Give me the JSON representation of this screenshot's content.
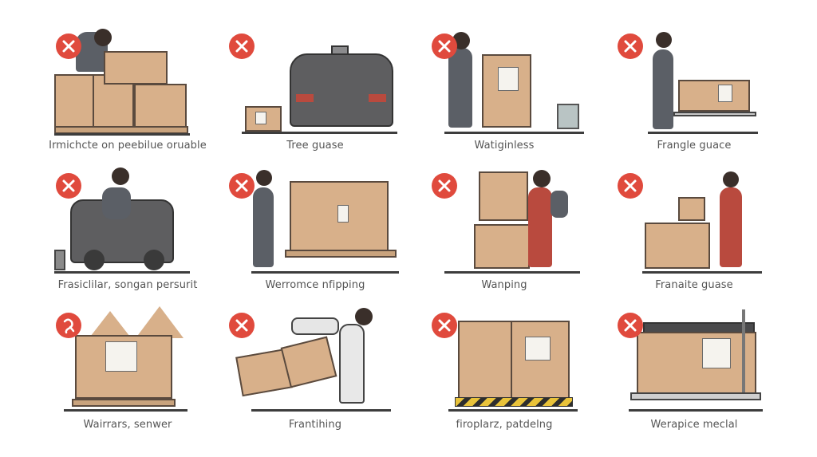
{
  "colors": {
    "badge": "#e04a3d",
    "cardboard": "#d8b08a",
    "outline": "#5a4a3e",
    "caption": "#555555",
    "vehicle": "#5e5e60",
    "hazard_yellow": "#e9c33a"
  },
  "tiles": [
    {
      "caption": "Irmichcte on peebilue oruable",
      "icon": "cross-icon",
      "scene": "person-stacking-boxes"
    },
    {
      "caption": "Tree guase",
      "icon": "cross-icon",
      "scene": "vehicle-with-box"
    },
    {
      "caption": "Watiginless",
      "icon": "cross-icon",
      "scene": "person-carrying-box"
    },
    {
      "caption": "Frangle guace",
      "icon": "cross-icon",
      "scene": "person-pushing-cart"
    },
    {
      "caption": "Frasiclilar, songan persurit",
      "icon": "cross-icon",
      "scene": "person-in-machine"
    },
    {
      "caption": "Werromce nfipping",
      "icon": "cross-icon",
      "scene": "person-taping-box"
    },
    {
      "caption": "Wanping",
      "icon": "cross-icon",
      "scene": "person-with-backpack-boxes"
    },
    {
      "caption": "Franaite guase",
      "icon": "cross-icon",
      "scene": "person-reaching-boxes"
    },
    {
      "caption": "Wairrars, senwer",
      "icon": "warning-icon",
      "scene": "open-box-on-pallet"
    },
    {
      "caption": "Frantihing",
      "icon": "cross-icon",
      "scene": "person-with-hand-truck"
    },
    {
      "caption": "firoplarz, patdelng",
      "icon": "cross-icon",
      "scene": "boxes-on-hazard-pallet"
    },
    {
      "caption": "Werapice meclal",
      "icon": "cross-icon",
      "scene": "industrial-crate"
    }
  ]
}
